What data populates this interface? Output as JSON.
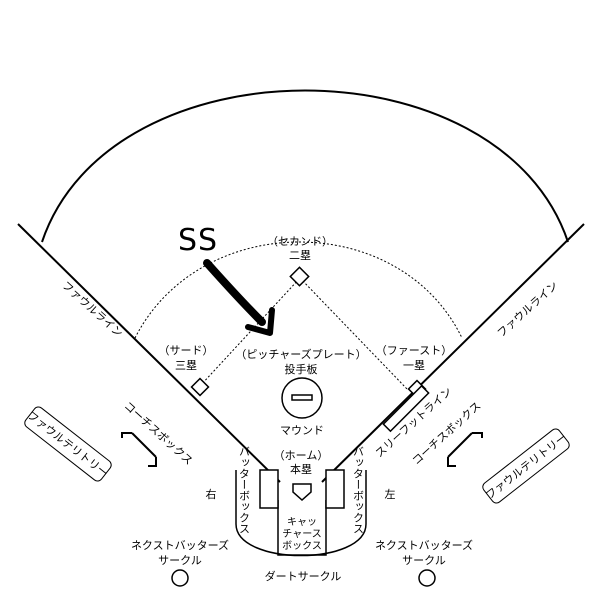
{
  "marker": {
    "text": "SS"
  },
  "bases": {
    "second_reading": "（セカンド）",
    "second": "二塁",
    "third_reading": "（サード）",
    "third": "三塁",
    "first_reading": "（ファースト）",
    "first": "一塁",
    "home_reading": "（ホーム）",
    "home": "本塁"
  },
  "field": {
    "pitchers_plate_reading": "（ピッチャーズプレート）",
    "pitchers_plate": "投手板",
    "mound": "マウンド",
    "foul_line_left": "ファウルライン",
    "foul_line_right": "ファウルライン",
    "three_foot_line": "スリーフットライン",
    "dirt_circle": "ダートサークル"
  },
  "boxes": {
    "batters_box_left": "バッターボックス",
    "batters_box_right": "バッターボックス",
    "batters_left_side": "右",
    "batters_right_side": "左",
    "catchers_box_line1": "キャッ",
    "catchers_box_line2": "チャース",
    "catchers_box_line3": "ボックス",
    "coach_box_left": "コーチスボックス",
    "coach_box_right": "コーチスボックス",
    "foul_territory_left": "ファウルテリトリー",
    "foul_territory_right": "ファウルテリトリー"
  },
  "circles": {
    "next_batters_left_line1": "ネクストバッターズ",
    "next_batters_left_line2": "サークル",
    "next_batters_right_line1": "ネクストバッターズ",
    "next_batters_right_line2": "サークル"
  }
}
